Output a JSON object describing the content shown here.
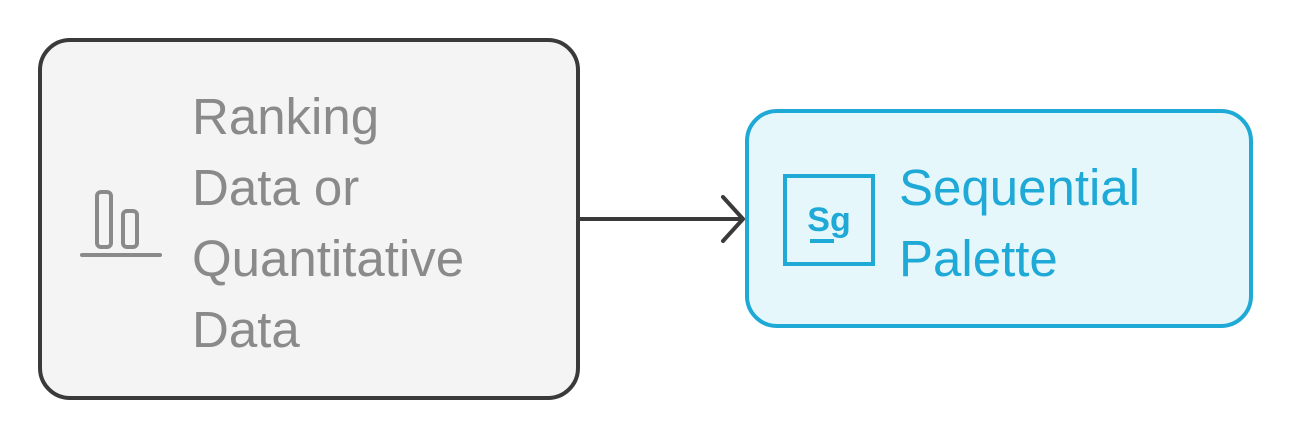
{
  "nodes": {
    "source": {
      "label": "Ranking\nData or\nQuantitative\nData",
      "icon": "bar-chart-icon",
      "border_color": "#3a3a3a",
      "fill_color": "#f4f4f4",
      "text_color": "#8a8a8a"
    },
    "target": {
      "label": "Sequential\nPalette",
      "icon": "sequential-palette-sg-icon",
      "icon_text": "Sg",
      "border_color": "#1ea9d6",
      "fill_color": "#e6f7fc",
      "text_color": "#1ea9d6"
    }
  },
  "edges": [
    {
      "from": "source",
      "to": "target",
      "color": "#3a3a3a"
    }
  ]
}
